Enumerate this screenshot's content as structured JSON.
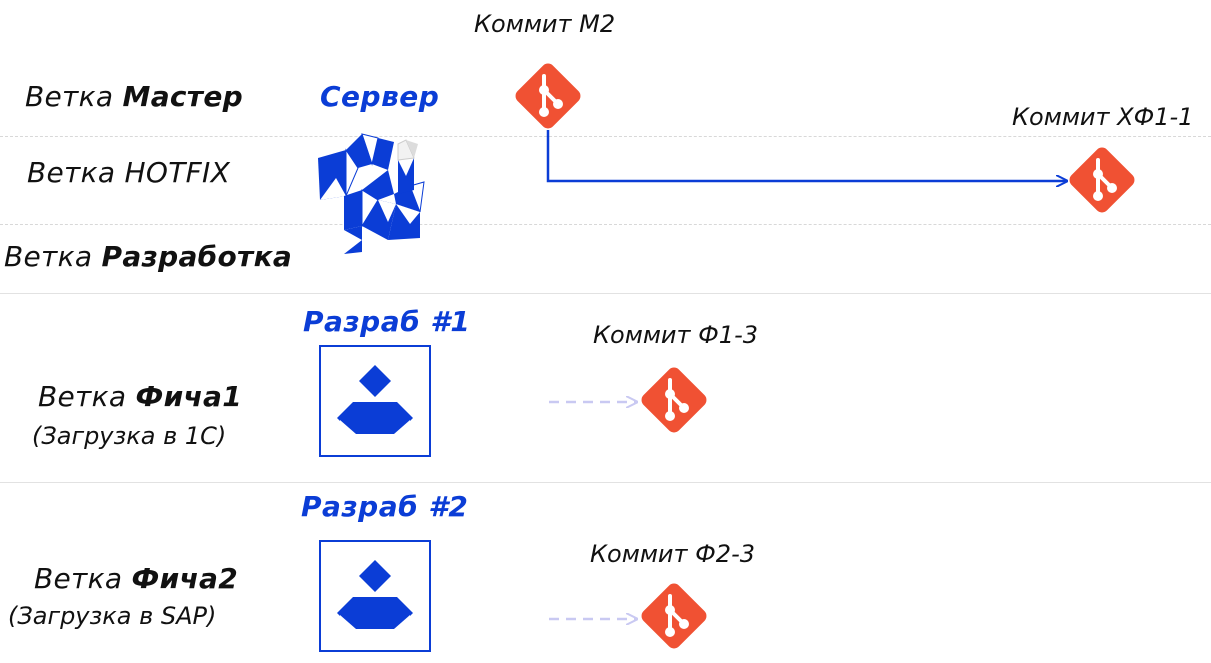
{
  "branches": {
    "master": {
      "prefix": "Ветка",
      "name": "Мастер"
    },
    "hotfix": {
      "prefix": "Ветка",
      "name": "HOTFIX"
    },
    "develop": {
      "prefix": "Ветка",
      "name": "Разработка"
    },
    "feature1": {
      "prefix": "Ветка",
      "name": "Фича1",
      "note": "(Загрузка в 1С)"
    },
    "feature2": {
      "prefix": "Ветка",
      "name": "Фича2",
      "note": "(Загрузка в SAP)"
    }
  },
  "actors": {
    "server": "Сервер",
    "dev1": "Разраб #1",
    "dev2": "Разраб #2"
  },
  "commits": {
    "m2": "Коммит М2",
    "hf1": "Коммит ХФ1-1",
    "f13": "Коммит Ф1-3",
    "f23": "Коммит Ф2-3"
  },
  "colors": {
    "git": "#f05133",
    "blue": "#0b3dd6",
    "dashed_arrow": "#c9c9f2",
    "divider": "#e0e0e0"
  },
  "icons": {
    "commit": "git-logo-icon",
    "server": "snake-puzzle-icon",
    "developer": "developer-icon"
  }
}
